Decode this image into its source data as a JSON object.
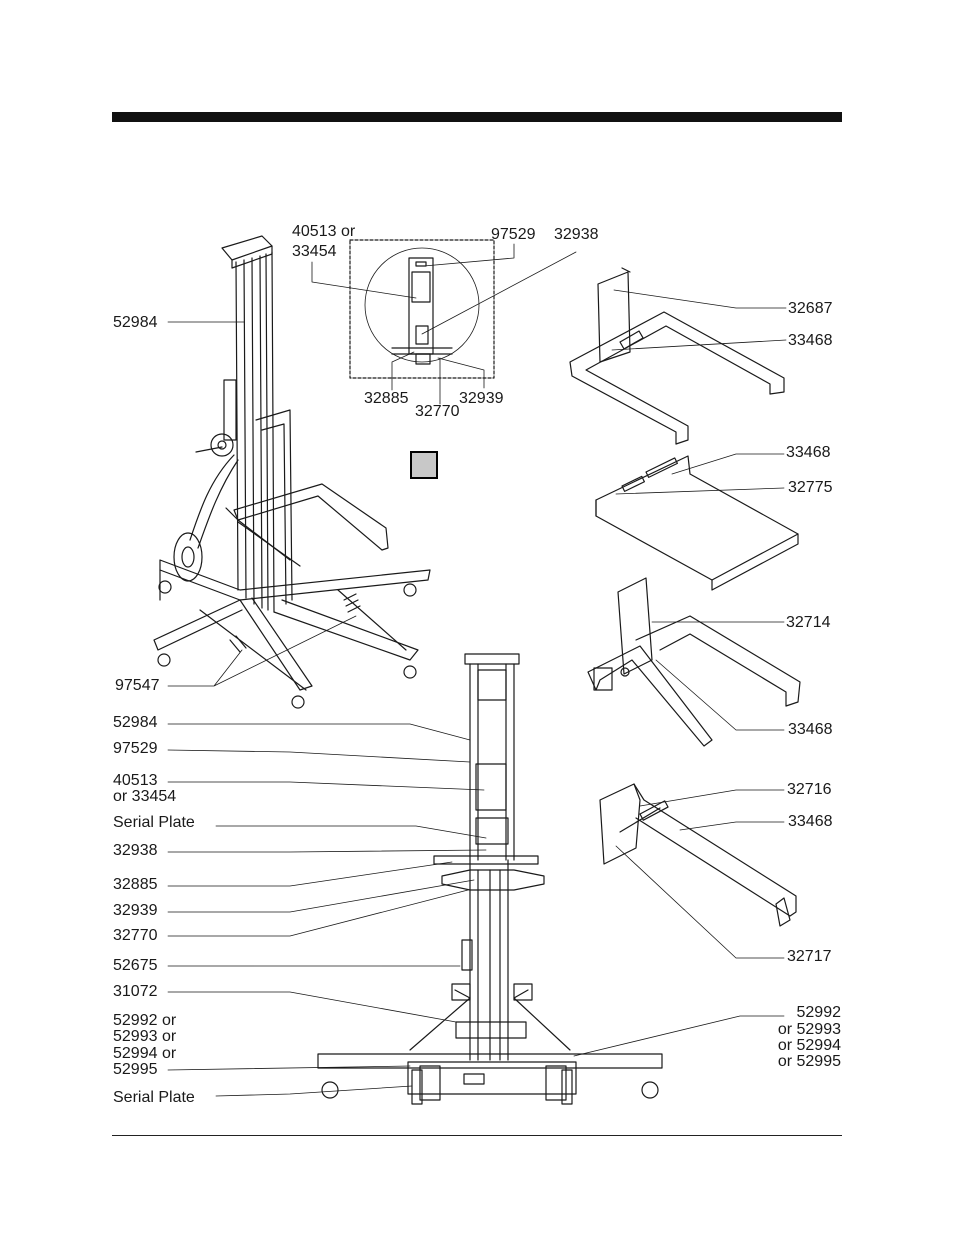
{
  "labels": {
    "l_52984_top": "52984",
    "l_40513_or": "40513 or",
    "l_33454_top": "33454",
    "l_97529_top": "97529",
    "l_32938_top": "32938",
    "l_32885_top": "32885",
    "l_32770_top": "32770",
    "l_32939_top": "32939",
    "l_32687": "32687",
    "l_33468_a": "33468",
    "l_33468_b": "33468",
    "l_32775": "32775",
    "l_32714": "32714",
    "l_33468_c": "33468",
    "l_32716": "32716",
    "l_33468_d": "33468",
    "l_32717": "32717",
    "l_97547": "97547",
    "l_52984_b": "52984",
    "l_97529_b": "97529",
    "l_40513_b": "40513",
    "l_or33454_b": "or 33454",
    "l_serial_1": "Serial Plate",
    "l_32938_b": "32938",
    "l_32885_b": "32885",
    "l_32939_b": "32939",
    "l_32770_b": "32770",
    "l_52675": "52675",
    "l_31072": "31072",
    "l_52992_or_l": "52992 or",
    "l_52993_or_l": "52993 or",
    "l_52994_or_l": "52994 or",
    "l_52995_l": "52995",
    "l_serial_2": "Serial Plate",
    "l_52992_r": "52992",
    "l_or52993_r": "or 52993",
    "l_or52994_r": "or 52994",
    "l_or52995_r": "or 52995"
  }
}
